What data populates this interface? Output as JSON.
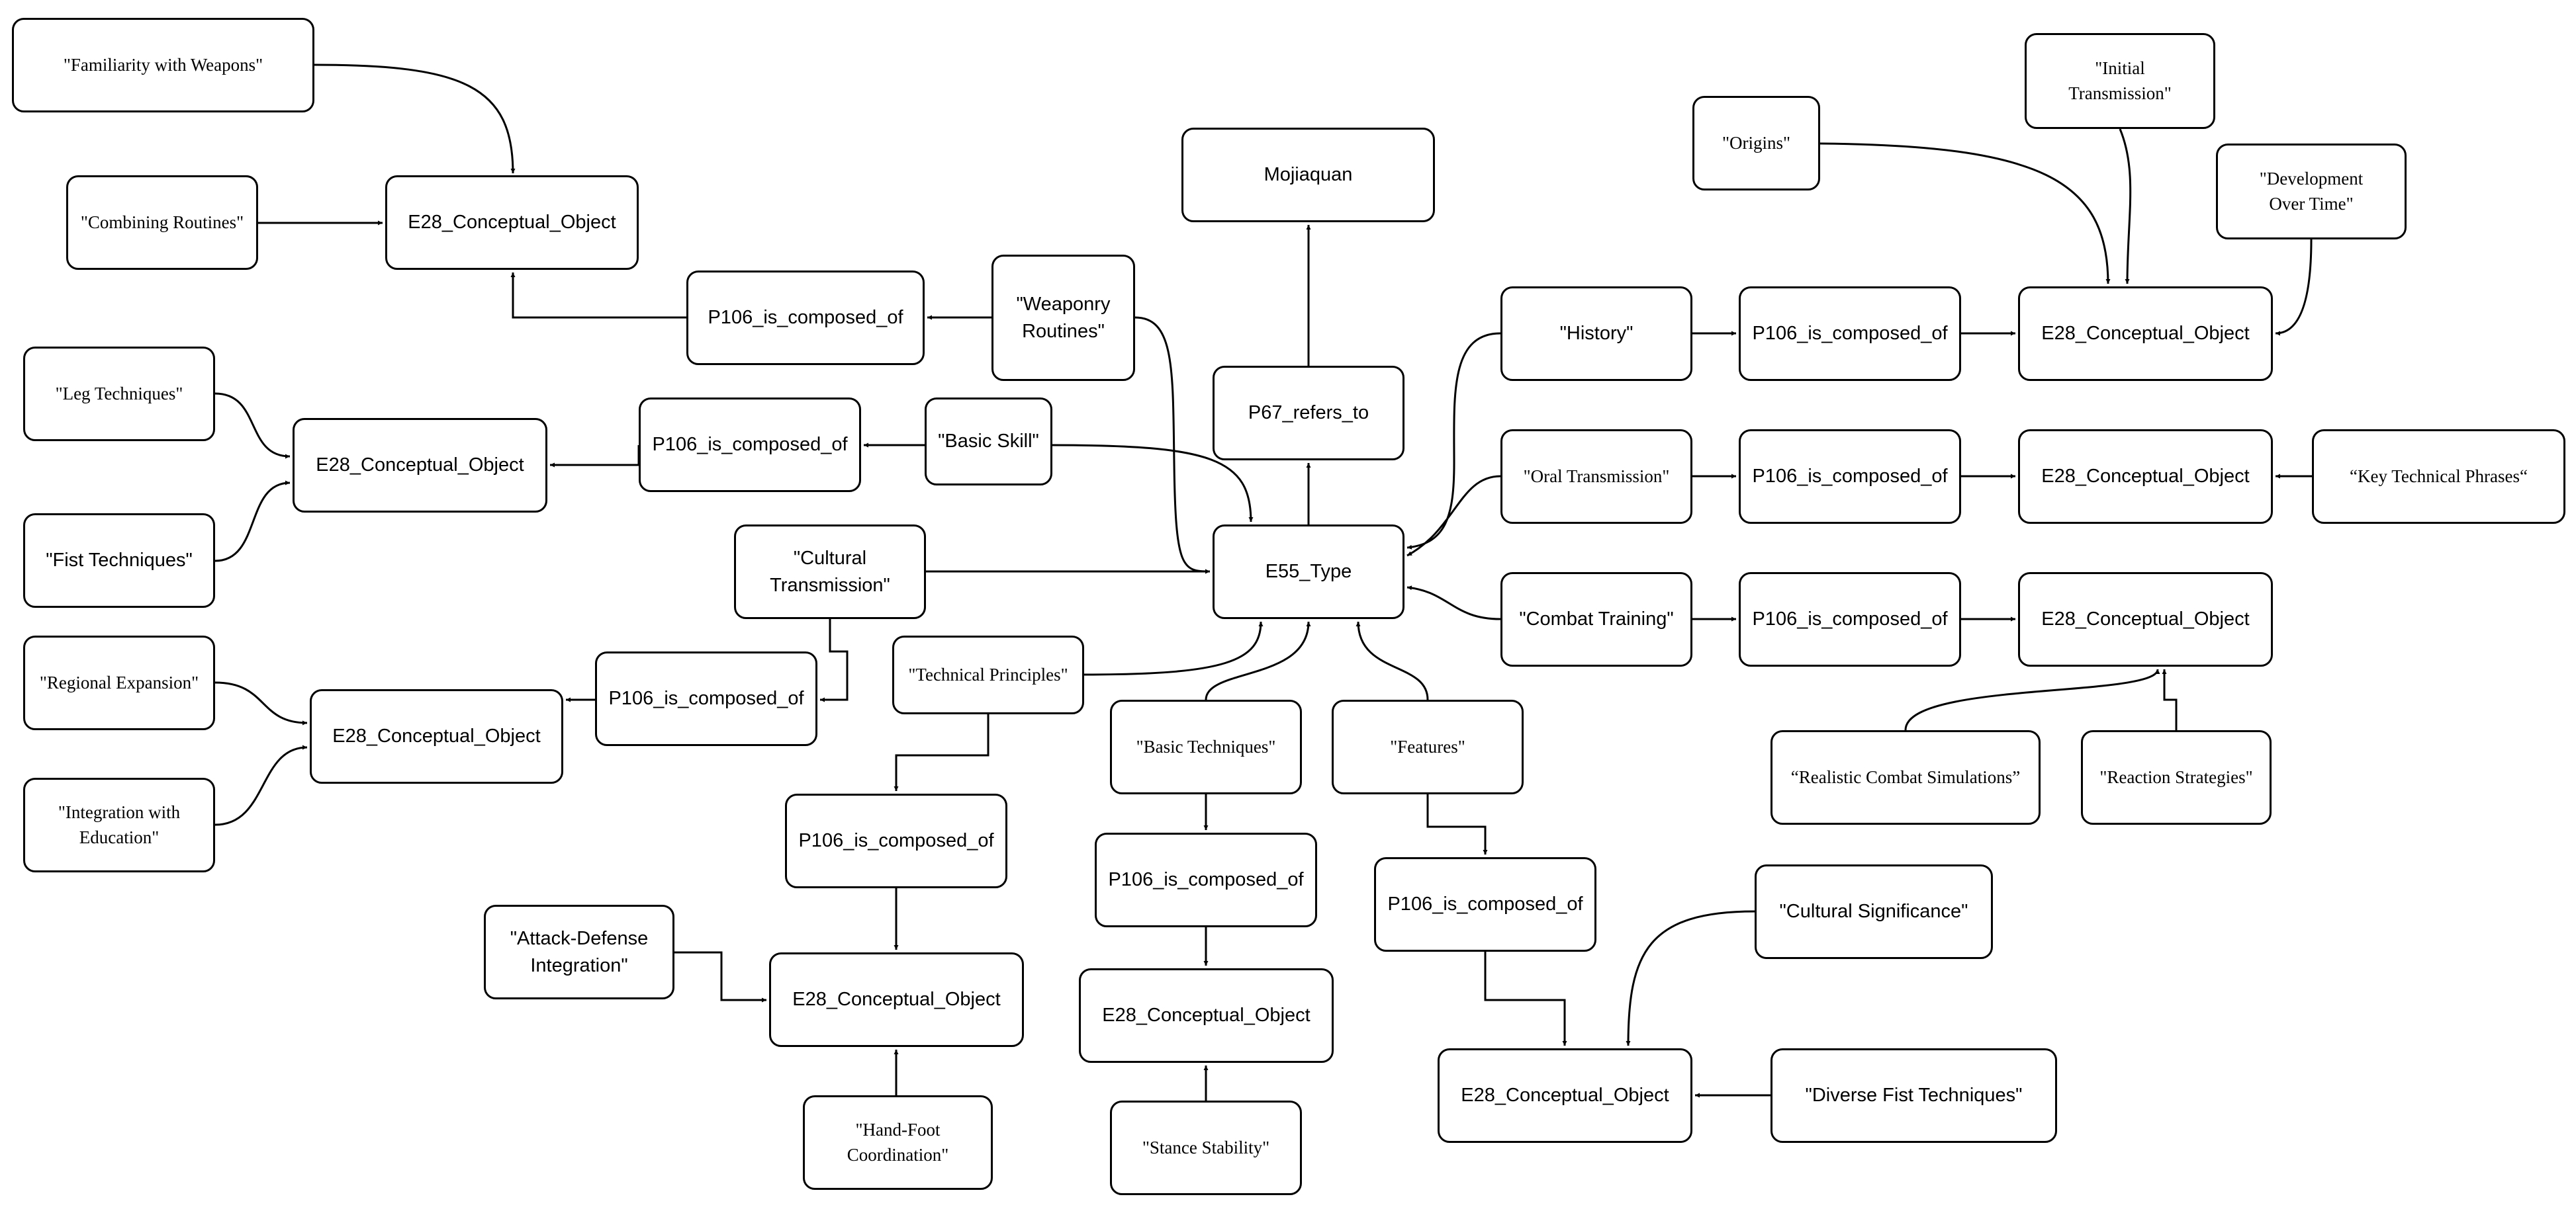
{
  "colors": {
    "stroke": "#000000",
    "fill": "#ffffff",
    "text": "#000000"
  },
  "nodes": {
    "mojiaquan": "Mojiaquan",
    "p67": "P67_refers_to",
    "e55": "E55_Type",
    "familiarity": "\"Familiarity with Weapons\"",
    "combining": "\"Combining Routines\"",
    "e28_weapons": "E28_Conceptual_Object",
    "p106_weaponry": "P106_is_composed_of",
    "weaponry": "\"Weaponry\nRoutines\"",
    "leg": "\"Leg Techniques\"",
    "fist": "\"Fist Techniques\"",
    "e28_basic_skill": "E28_Conceptual_Object",
    "p106_basic_skill": "P106_is_composed_of",
    "basic_skill": "\"Basic Skill\"",
    "cultural_transmission": "\"Cultural\nTransmission\"",
    "regional": "\"Regional Expansion\"",
    "integration": "\"Integration with\nEducation\"",
    "e28_cultural": "E28_Conceptual_Object",
    "p106_cultural": "P106_is_composed_of",
    "technical_principles": "\"Technical Principles\"",
    "p106_principles": "P106_is_composed_of",
    "attack_defense": "\"Attack-Defense\nIntegration\"",
    "e28_principles": "E28_Conceptual_Object",
    "hand_foot": "\"Hand-Foot\nCoordination\"",
    "basic_techniques": "\"Basic Techniques\"",
    "p106_basic_tech": "P106_is_composed_of",
    "e28_basic_tech": "E28_Conceptual_Object",
    "stance": "\"Stance Stability\"",
    "features": "\"Features\"",
    "p106_features": "P106_is_composed_of",
    "e28_features": "E28_Conceptual_Object",
    "cultural_significance": "\"Cultural Significance\"",
    "diverse_fist": "\"Diverse Fist Techniques\"",
    "history": "\"History\"",
    "p106_history": "P106_is_composed_of",
    "e28_history": "E28_Conceptual_Object",
    "origins": "\"Origins\"",
    "initial": "\"Initial\nTransmission\"",
    "development": "\"Development\nOver Time\"",
    "oral": "\"Oral Transmission\"",
    "p106_oral": "P106_is_composed_of",
    "e28_oral": "E28_Conceptual_Object",
    "key_phrases": "“Key Technical Phrases“",
    "combat": "\"Combat Training\"",
    "p106_combat": "P106_is_composed_of",
    "e28_combat": "E28_Conceptual_Object",
    "realistic": "“Realistic Combat Simulations”",
    "reaction": "\"Reaction Strategies\""
  }
}
